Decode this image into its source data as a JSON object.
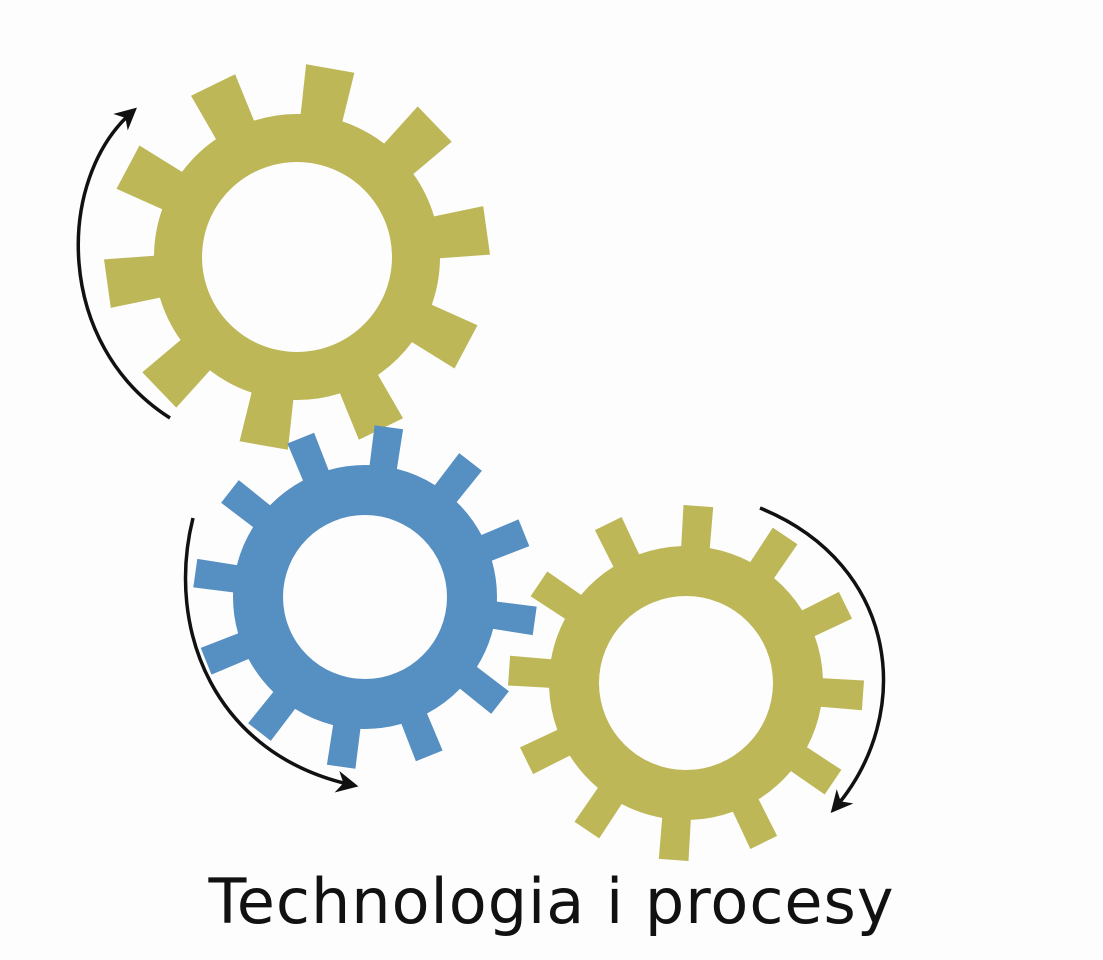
{
  "caption": "Technologia i procesy",
  "colors": {
    "background": "#fdfdfd",
    "olive_gear": "#bdb757",
    "blue_gear": "#568fc1",
    "arrow": "#111111",
    "text": "#111111"
  },
  "gears": [
    {
      "name": "gear-olive-top",
      "color": "olive_gear",
      "teeth": 10
    },
    {
      "name": "gear-blue-middle",
      "color": "blue_gear",
      "teeth": 12
    },
    {
      "name": "gear-olive-bottom-right",
      "color": "olive_gear",
      "teeth": 12
    }
  ],
  "arrows": [
    {
      "name": "rotation-arrow-top-left",
      "direction": "up"
    },
    {
      "name": "rotation-arrow-middle-left",
      "direction": "down-right"
    },
    {
      "name": "rotation-arrow-bottom-right",
      "direction": "down"
    }
  ]
}
